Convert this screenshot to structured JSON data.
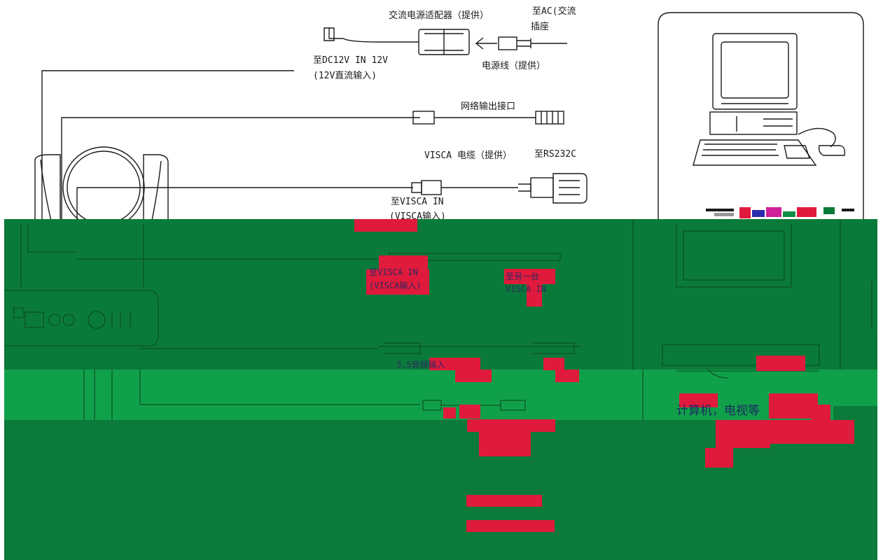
{
  "labels": {
    "adapter": "交流电源适配器（提供）",
    "to_ac": "至AC(交流",
    "outlet": "插座",
    "to_dc": "至DC12V IN 12V",
    "dc_input": "(12V直流输入)",
    "power_cord": "电源线（提供）",
    "network": "网络输出接口",
    "visca_cable": "VISCA 电缆（提供）",
    "to_rs232c": "至RS232C",
    "to_visca_in": "至VISCA IN",
    "visca_input_partial": "(VISCA输入)"
  },
  "garbled_labels": {
    "visca_in_2": "至VISCA IN",
    "visca_input_2": "(VISCA输入)",
    "another_visca": "至另一台",
    "visca_in_3": "VISCA IN",
    "audio_out": "3.5音频输入",
    "computer_tv": "计算机，电视等"
  },
  "colors": {
    "green_dark": "#0a7a3a",
    "green_mid": "#0e8f43",
    "green_light": "#11a04a",
    "red": "#e01a3c",
    "line": "#1a1a1a"
  }
}
